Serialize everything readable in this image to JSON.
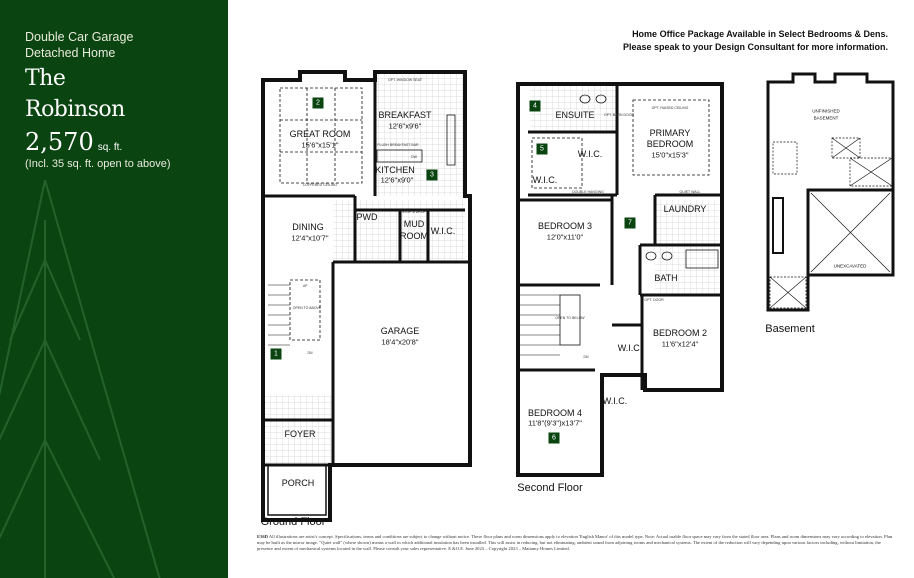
{
  "panel": {
    "type_line1": "Double Car Garage",
    "type_line2": "Detached Home",
    "name_line1": "The",
    "name_line2": "Robinson",
    "sqft_value": "2,570",
    "sqft_unit": "sq. ft.",
    "sqft_note": "(Incl. 35 sq. ft. open to above)"
  },
  "header_note": {
    "line1": "Home Office Package Available in Select Bedrooms & Dens.",
    "line2": "Please speak to your Design Consultant for more information."
  },
  "ground_floor": {
    "title": "Ground Floor",
    "rooms": {
      "great_room": {
        "name": "GREAT ROOM",
        "dim": "15'6\"x15'1\""
      },
      "breakfast": {
        "name": "BREAKFAST",
        "dim": "12'6\"x9'6\""
      },
      "kitchen": {
        "name": "KITCHEN",
        "dim": "12'6\"x9'0\""
      },
      "dining": {
        "name": "DINING",
        "dim": "12'4\"x10'7\""
      },
      "pwd": {
        "name": "PWD"
      },
      "mud_room": {
        "name1": "MUD",
        "name2": "ROOM"
      },
      "wic": {
        "name": "W.I.C."
      },
      "garage": {
        "name": "GARAGE",
        "dim": "18'4\"x20'8\""
      },
      "foyer": {
        "name": "FOYER"
      },
      "porch": {
        "name": "PORCH"
      }
    },
    "notes": {
      "window_seat": "OPT. WINDOW SEAT",
      "breakfast_bar": "FLUSH BREAKFAST BAR",
      "dw": "DW",
      "stop_drop": "STOP & DROP",
      "open_above": "OPEN TO ABOVE",
      "up": "UP",
      "dn": "DN",
      "coffered": "COFFERED CEILING"
    }
  },
  "second_floor": {
    "title": "Second Floor",
    "rooms": {
      "ensuite": {
        "name": "ENSUITE"
      },
      "primary": {
        "name1": "PRIMARY",
        "name2": "BEDROOM",
        "dim": "15'0\"x15'3\""
      },
      "wic_primary": {
        "name": "W.I.C."
      },
      "wic_small": {
        "name": "W.I.C."
      },
      "bedroom3": {
        "name": "BEDROOM 3",
        "dim": "12'0\"x11'0\""
      },
      "laundry": {
        "name": "LAUNDRY"
      },
      "bath": {
        "name": "BATH"
      },
      "bedroom2": {
        "name": "BEDROOM 2",
        "dim": "11'6\"x12'4\""
      },
      "wic_b2": {
        "name": "W.I.C."
      },
      "wic_b4": {
        "name": "W.I.C."
      },
      "bedroom4": {
        "name": "BEDROOM 4",
        "dim": "11'8\"(9'3\")x13'7\""
      }
    },
    "notes": {
      "raised_ceiling": "OPT. RAISED CEILING",
      "barn_door": "OPT. BARN DOOR",
      "double_hanging": "DOUBLE HANGING",
      "quiet_wall": "QUIET WALL",
      "opt_door": "OPT. DOOR",
      "open_below": "OPEN TO BELOW",
      "dn": "DN"
    }
  },
  "basement": {
    "title": "Basement",
    "unfinished1": "UNFINISHED",
    "unfinished2": "BASEMENT",
    "unexcavated": "UNEXCAVATED"
  },
  "badges": [
    "1",
    "2",
    "3",
    "4",
    "5",
    "6",
    "7"
  ],
  "legal": {
    "code": "E36D",
    "text": "All illustrations are artist's concept. Specifications, terms and conditions are subject to change without notice. These floor plans and room dimensions apply to elevation 'English Manor' of this model type. Note: Actual usable floor space may vary from the stated floor area. Plans and room dimensions may vary according to elevation. Plan may be built as the mirror image. \"Quiet wall\" (where shown) means a wall in which additional insulation has been installed. This will assist in reducing, but not eliminating, ambient sound from adjoining rooms and mechanical systems. The extent of the reduction will vary depending upon various factors including, without limitation, the presence and extent of mechanical systems located in the wall. Please consult your sales representative. E.&O.E. June 2023 – Copyright 2023 – Mattamy Homes Limited."
  },
  "colors": {
    "brand_green": "#0a4411",
    "wall": "#111111"
  }
}
